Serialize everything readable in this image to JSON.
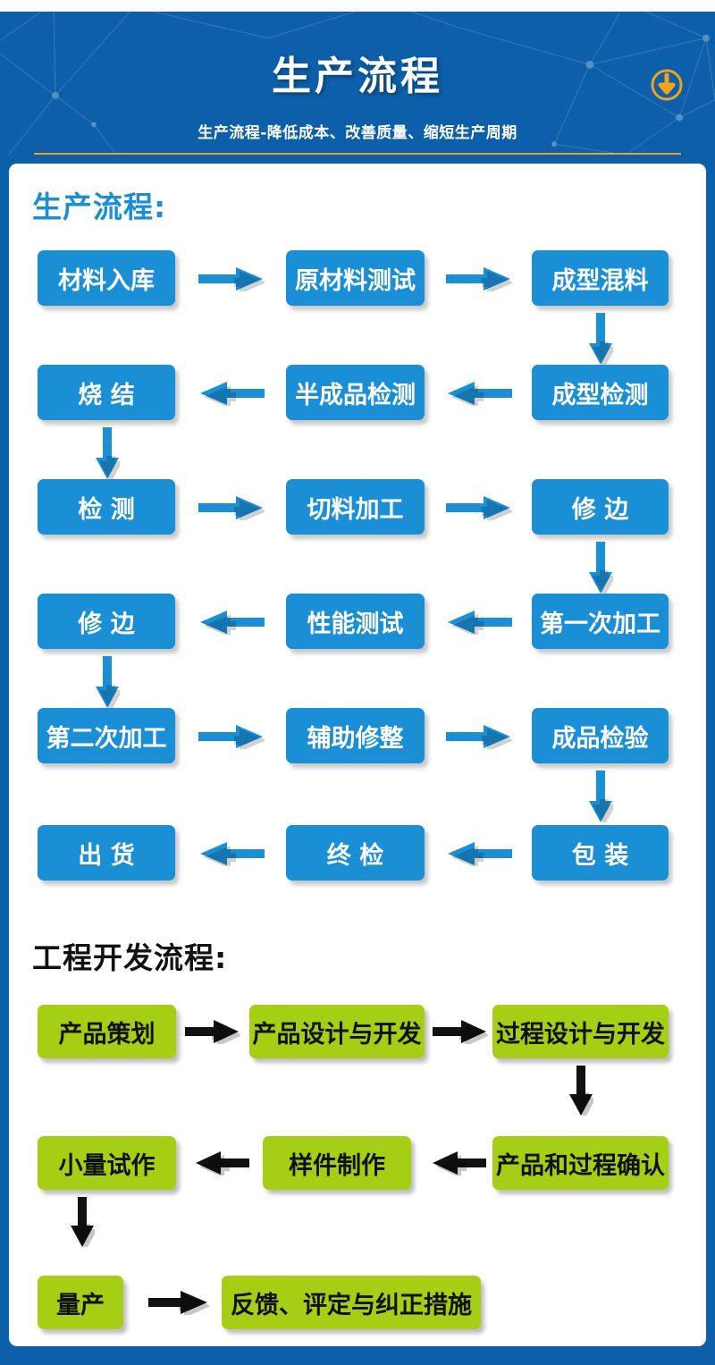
{
  "header": {
    "title": "生产流程",
    "subtitle": "生产流程-降低成本、改善质量、缩短生产周期",
    "download_icon": "download-circle-icon",
    "bg_color": "#0C5FA8",
    "divider_color": "#E8A12B",
    "icon_color": "#F2A31C"
  },
  "sections": [
    {
      "id": "production",
      "heading": "生产流程:",
      "heading_color": "#1A8FD5",
      "node_color": "#1B8FD6",
      "node_text_color": "#FFFFFF",
      "arrow_color": "#1B8FD6"
    },
    {
      "id": "engineering",
      "heading": "工程开发流程:",
      "heading_color": "#111111",
      "node_color": "#A5CE14",
      "node_text_color": "#111111",
      "arrow_color": "#111111"
    }
  ],
  "production_nodes": [
    {
      "label": "材料入库"
    },
    {
      "label": "原材料测试"
    },
    {
      "label": "成型混料"
    },
    {
      "label": "成型检测"
    },
    {
      "label": "半成品检测"
    },
    {
      "label": "烧 结"
    },
    {
      "label": "检 测"
    },
    {
      "label": "切料加工"
    },
    {
      "label": "修 边"
    },
    {
      "label": "第一次加工"
    },
    {
      "label": "性能测试"
    },
    {
      "label": "修 边"
    },
    {
      "label": "第二次加工"
    },
    {
      "label": "辅助修整"
    },
    {
      "label": "成品检验"
    },
    {
      "label": "包 装"
    },
    {
      "label": "终 检"
    },
    {
      "label": "出 货"
    }
  ],
  "engineering_nodes": [
    {
      "label": "产品策划"
    },
    {
      "label": "产品设计与开发"
    },
    {
      "label": "过程设计与开发"
    },
    {
      "label": "产品和过程确认"
    },
    {
      "label": "样件制作"
    },
    {
      "label": "小量试作"
    },
    {
      "label": "量产"
    },
    {
      "label": "反馈、评定与纠正措施"
    }
  ],
  "arrow_icons": {
    "right": "arrow-right-icon",
    "left": "arrow-left-icon",
    "down": "arrow-down-icon"
  }
}
